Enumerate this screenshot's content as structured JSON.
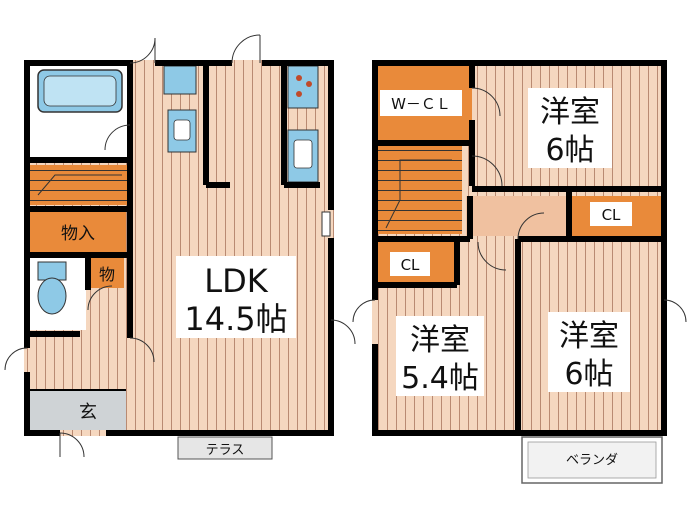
{
  "floor1": {
    "ldk": {
      "name": "LDK",
      "size": "14.5帖"
    },
    "storage": "物入",
    "closet_small": "物",
    "entrance": "玄",
    "terrace": "テラス"
  },
  "floor2": {
    "wcl": "W－ＣＬ",
    "room_ne": {
      "name": "洋室",
      "size": "6帖"
    },
    "room_sw": {
      "name": "洋室",
      "size": "5.4帖"
    },
    "room_se": {
      "name": "洋室",
      "size": "6帖"
    },
    "cl_ne": "CL",
    "cl_sw": "CL",
    "balcony": "ベランダ"
  },
  "colors": {
    "wall": "#000000",
    "floor_wood": "#f5d7bf",
    "floor_stripe": "#b98a72",
    "accent_orange": "#e98a3a",
    "fixture_blue": "#8ec9e6",
    "entrance_gray": "#cfd3d6"
  }
}
